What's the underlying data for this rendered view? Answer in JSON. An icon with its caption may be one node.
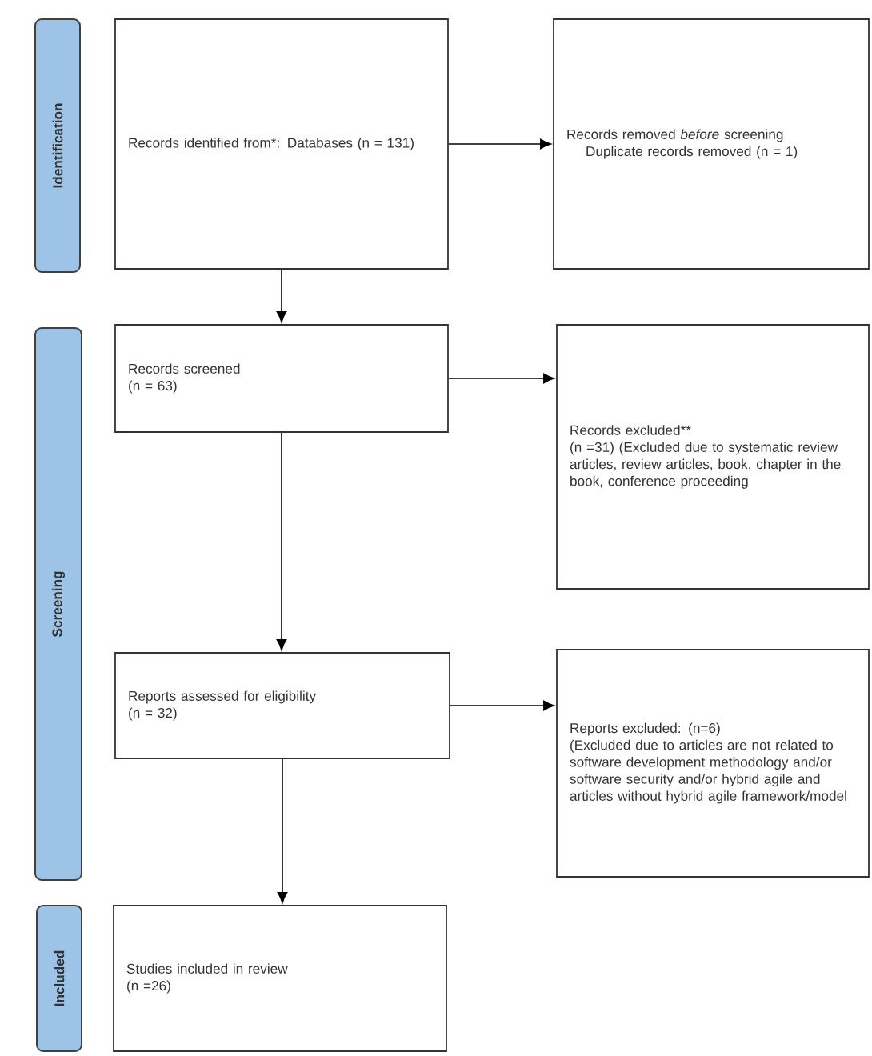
{
  "diagram": {
    "nodes": [
      {
        "text": [
          "Identification"
        ]
      },
      {
        "text": [
          "Records identified from*: Databases (n = 131)"
        ]
      },
      {
        "text": [
          "Records removed *before* screening",
          "Duplicate records removed (n = 1)"
        ]
      },
      {
        "text": [
          "Screening"
        ]
      },
      {
        "text": [
          "Records screened",
          "(n = 63)"
        ]
      },
      {
        "text": [
          "Records excluded**",
          "(n =31) (Excluded due to systematic review articles, review articles, book, chapter in the book, conference proceeding"
        ]
      },
      {
        "text": [
          "Reports assessed for eligibility",
          "(n = 32)"
        ]
      },
      {
        "text": [
          "Reports excluded: (n=6)",
          "(Excluded due to articles are not related to software development methodology and/or software security and/or hybrid agile and articles without hybrid agile framework/model"
        ]
      },
      {
        "text": [
          "Included"
        ]
      },
      {
        "text": [
          "Studies included in review",
          "(n =26)"
        ]
      }
    ],
    "edges": [
      {
        "from": 1,
        "to": 2,
        "arrow": "to"
      },
      {
        "from": 1,
        "to": 4,
        "arrow": "to"
      },
      {
        "from": 4,
        "to": 5,
        "arrow": "to"
      },
      {
        "from": 4,
        "to": 6,
        "arrow": "to"
      },
      {
        "from": 6,
        "to": 7,
        "arrow": "to"
      },
      {
        "from": 6,
        "to": 9,
        "arrow": "to"
      }
    ]
  }
}
